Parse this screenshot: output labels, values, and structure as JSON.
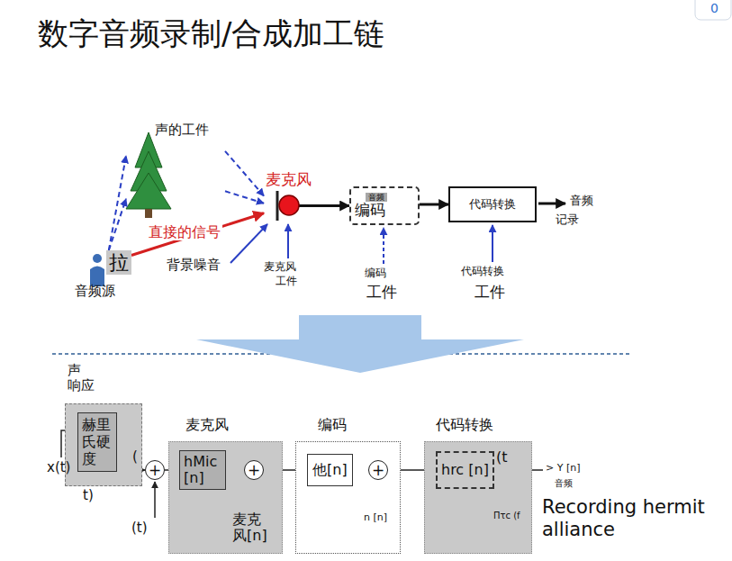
{
  "diagram": {
    "title": "数字音频录制/合成加工链",
    "nodes": [
      {
        "text": [
          "拉",
          "音频源"
        ]
      },
      {
        "text": [
          "声的工件"
        ]
      },
      {
        "text": [
          "麦克风"
        ]
      },
      {
        "text": [
          "音频",
          "编码"
        ]
      },
      {
        "text": [
          "代码转换"
        ]
      },
      {
        "text": [
          "声 响应"
        ]
      },
      {
        "text": [
          "赫里 氏硬 度"
        ],
        "in": 5
      },
      {
        "text": [
          "+"
        ]
      },
      {
        "text": [
          "麦克风"
        ]
      },
      {
        "text": [
          "hMic [n]"
        ],
        "in": 8
      },
      {
        "text": [
          "+"
        ],
        "in": 8
      },
      {
        "text": [
          "编码"
        ]
      },
      {
        "text": [
          "他[n]"
        ],
        "in": 11
      },
      {
        "text": [
          "+"
        ],
        "in": 11
      },
      {
        "text": [
          "代码转换"
        ]
      },
      {
        "text": [
          "hrc [n]"
        ],
        "in": 14
      }
    ],
    "edges": [
      {
        "from": 0,
        "to": 1,
        "arrow": "to"
      },
      {
        "from": 0,
        "to": 1,
        "arrow": "to"
      },
      {
        "from": 1,
        "to": 2,
        "arrow": "to"
      },
      {
        "from": 1,
        "to": 2,
        "arrow": "to"
      },
      {
        "from": 0,
        "to": 2,
        "label": "直接的信号",
        "arrow": "to"
      },
      {
        "from": 2,
        "to": 3,
        "arrow": "to"
      },
      {
        "from": 3,
        "to": 4,
        "arrow": "to"
      },
      {
        "from": 6,
        "to": 7,
        "arrow": "to"
      },
      {
        "from": 7,
        "to": 9,
        "arrow": "to"
      },
      {
        "from": 9,
        "to": 10,
        "arrow": "to"
      },
      {
        "from": 10,
        "to": 12,
        "arrow": "to"
      },
      {
        "from": 12,
        "to": 13,
        "arrow": "to"
      },
      {
        "from": 13,
        "to": 15,
        "arrow": "to"
      }
    ],
    "labels": [
      "0",
      "背景噪音",
      "麦克风",
      "工件",
      "编码",
      "工件",
      "代码转换",
      "工件",
      "音频",
      "记录",
      "x(t)",
      "(",
      "t)",
      "(t)",
      "麦克 风[n]",
      "n [n]",
      "(t",
      "Πτc (f",
      "> Y [n]",
      "音频",
      "Recording hermit alliance"
    ]
  }
}
